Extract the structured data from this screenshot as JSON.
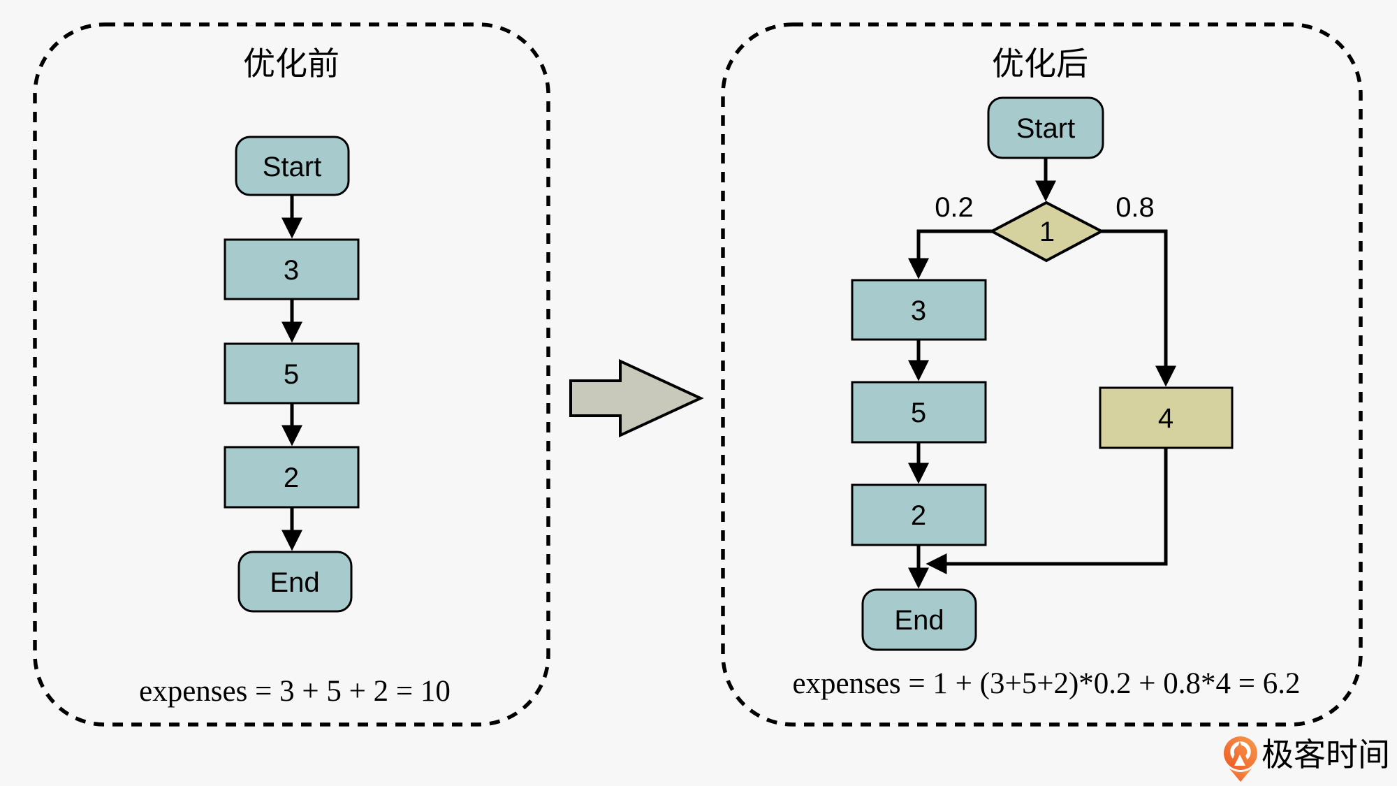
{
  "background": "#f7f7f7",
  "colors": {
    "process_fill": "#a7cbcc",
    "alt_fill": "#d5d2a0",
    "transform_arrow_fill": "#c9c9bb",
    "logo_orange_light": "#f89a4d",
    "logo_orange_dark": "#ed5a24",
    "logo_text_gray": "#8a8a8a"
  },
  "panels": {
    "before": {
      "title": "优化前",
      "start_label": "Start",
      "steps": [
        "3",
        "5",
        "2"
      ],
      "end_label": "End",
      "formula": "expenses = 3 + 5 + 2 = 10"
    },
    "after": {
      "title": "优化后",
      "start_label": "Start",
      "decision_label": "1",
      "branch_prob_left": "0.2",
      "branch_prob_right": "0.8",
      "steps": [
        "3",
        "5",
        "2"
      ],
      "alt_step_label": "4",
      "end_label": "End",
      "formula": "expenses = 1 + (3+5+2)*0.2 + 0.8*4 = 6.2"
    }
  },
  "logo": {
    "text": "极客时间"
  }
}
